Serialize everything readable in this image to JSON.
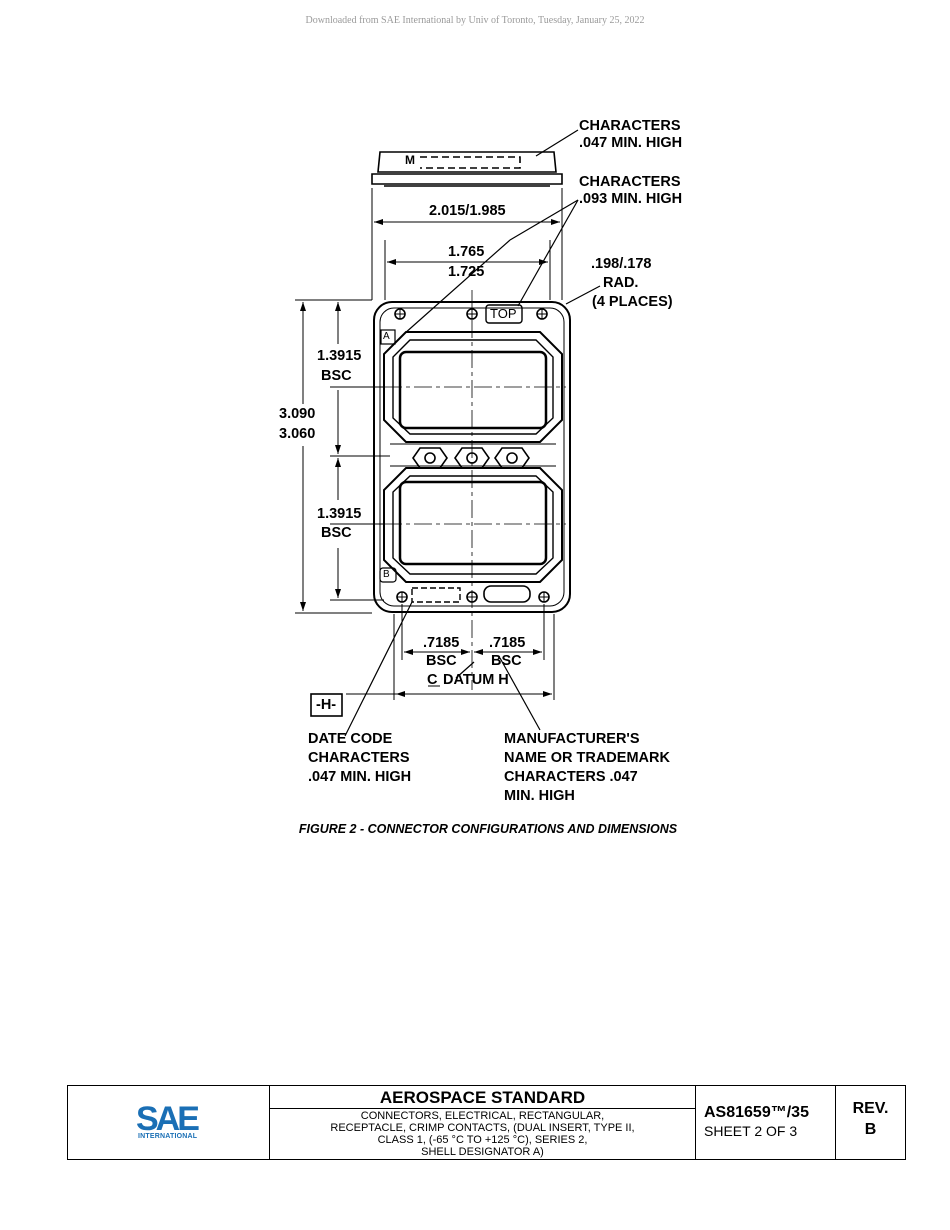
{
  "watermark": "Downloaded from SAE International by Univ of Toronto, Tuesday, January 25, 2022",
  "drawing": {
    "labels": {
      "chars_047_top_l1": "CHARACTERS",
      "chars_047_top_l2": ".047 MIN. HIGH",
      "chars_093_l1": "CHARACTERS",
      "chars_093_l2": ".093 MIN. HIGH",
      "dim_2015": "2.015/1.985",
      "dim_1765": "1.765",
      "dim_1725": "1.725",
      "rad_l1": ".198/.178",
      "rad_l2": "RAD.",
      "rad_l3": "(4 PLACES)",
      "dim_13915_a_l1": "1.3915",
      "dim_13915_a_l2": "BSC",
      "dim_3090": "3.090",
      "dim_3060": "3.060",
      "dim_13915_b_l1": "1.3915",
      "dim_13915_b_l2": "BSC",
      "dim_7185_l": ".7185",
      "bsc_l": "BSC",
      "dim_7185_r": ".7185",
      "bsc_r": "BSC",
      "datum": "DATUM H",
      "cl_symbol": "C",
      "datum_box": "-H-",
      "date_code_l1": "DATE CODE",
      "date_code_l2": "CHARACTERS",
      "date_code_l3": ".047 MIN. HIGH",
      "mfr_l1": "MANUFACTURER'S",
      "mfr_l2": "NAME OR TRADEMARK",
      "mfr_l3": "CHARACTERS .047",
      "mfr_l4": "MIN. HIGH",
      "top_marking": "TOP",
      "m_marking": "M",
      "a_marking": "A",
      "b_marking": "B"
    },
    "caption": "FIGURE 2 - CONNECTOR CONFIGURATIONS AND DIMENSIONS"
  },
  "title_block": {
    "logo_text": "SAE",
    "logo_sub": "INTERNATIONAL",
    "logo_color": "#1a6fb5",
    "heading": "AEROSPACE STANDARD",
    "desc_lines": [
      "CONNECTORS, ELECTRICAL, RECTANGULAR,",
      "RECEPTACLE, CRIMP CONTACTS, (DUAL INSERT, TYPE II,",
      "CLASS 1, (-65 °C TO +125 °C), SERIES 2,",
      "SHELL DESIGNATOR A)"
    ],
    "doc_number": "AS81659™/35",
    "sheet": "SHEET 2 OF 3",
    "rev_label": "REV.",
    "rev_value": "B"
  }
}
